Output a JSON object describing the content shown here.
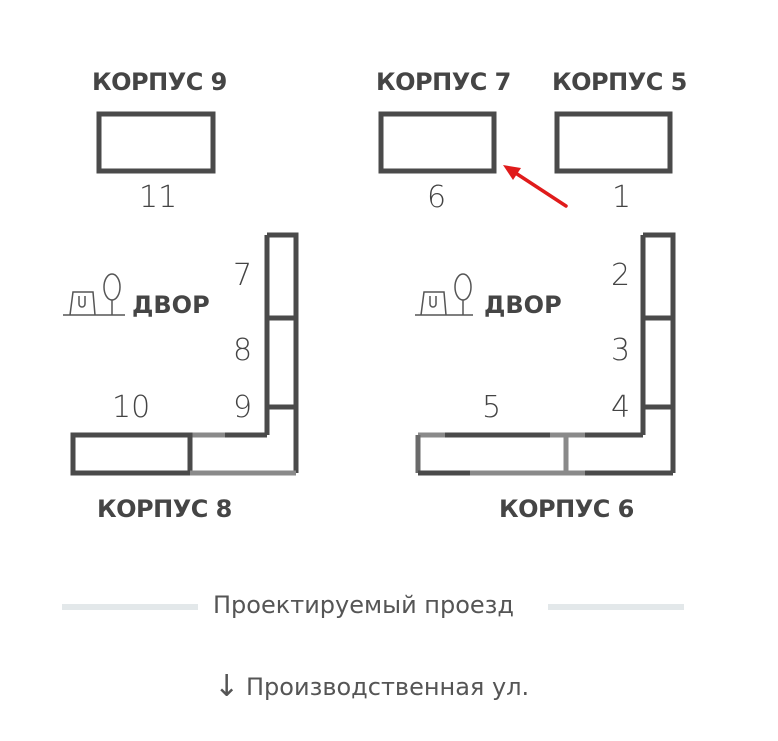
{
  "buildings": {
    "korpus9": {
      "label": "КОРПУС 9",
      "section": "11"
    },
    "korpus7": {
      "label": "КОРПУС 7",
      "section": "6"
    },
    "korpus5": {
      "label": "КОРПУС 5",
      "section": "1"
    },
    "korpus8": {
      "label": "КОРПУС 8",
      "sections": [
        "7",
        "8",
        "9",
        "10"
      ]
    },
    "korpus6": {
      "label": "КОРПУС 6",
      "sections": [
        "2",
        "3",
        "4",
        "5"
      ]
    }
  },
  "yards": [
    {
      "label": "ДВОР",
      "icon": "playground-tree-icon"
    },
    {
      "label": "ДВОР",
      "icon": "playground-tree-icon"
    }
  ],
  "roads": {
    "planned": "Проектируемый проезд",
    "street": "Производственная ул.",
    "street_arrow": "↓"
  },
  "colors": {
    "wall": "#4a4a4a",
    "wall_light": "#8a8a8a",
    "road_line": "#e3e8ea",
    "arrow": "#e01b1b"
  }
}
